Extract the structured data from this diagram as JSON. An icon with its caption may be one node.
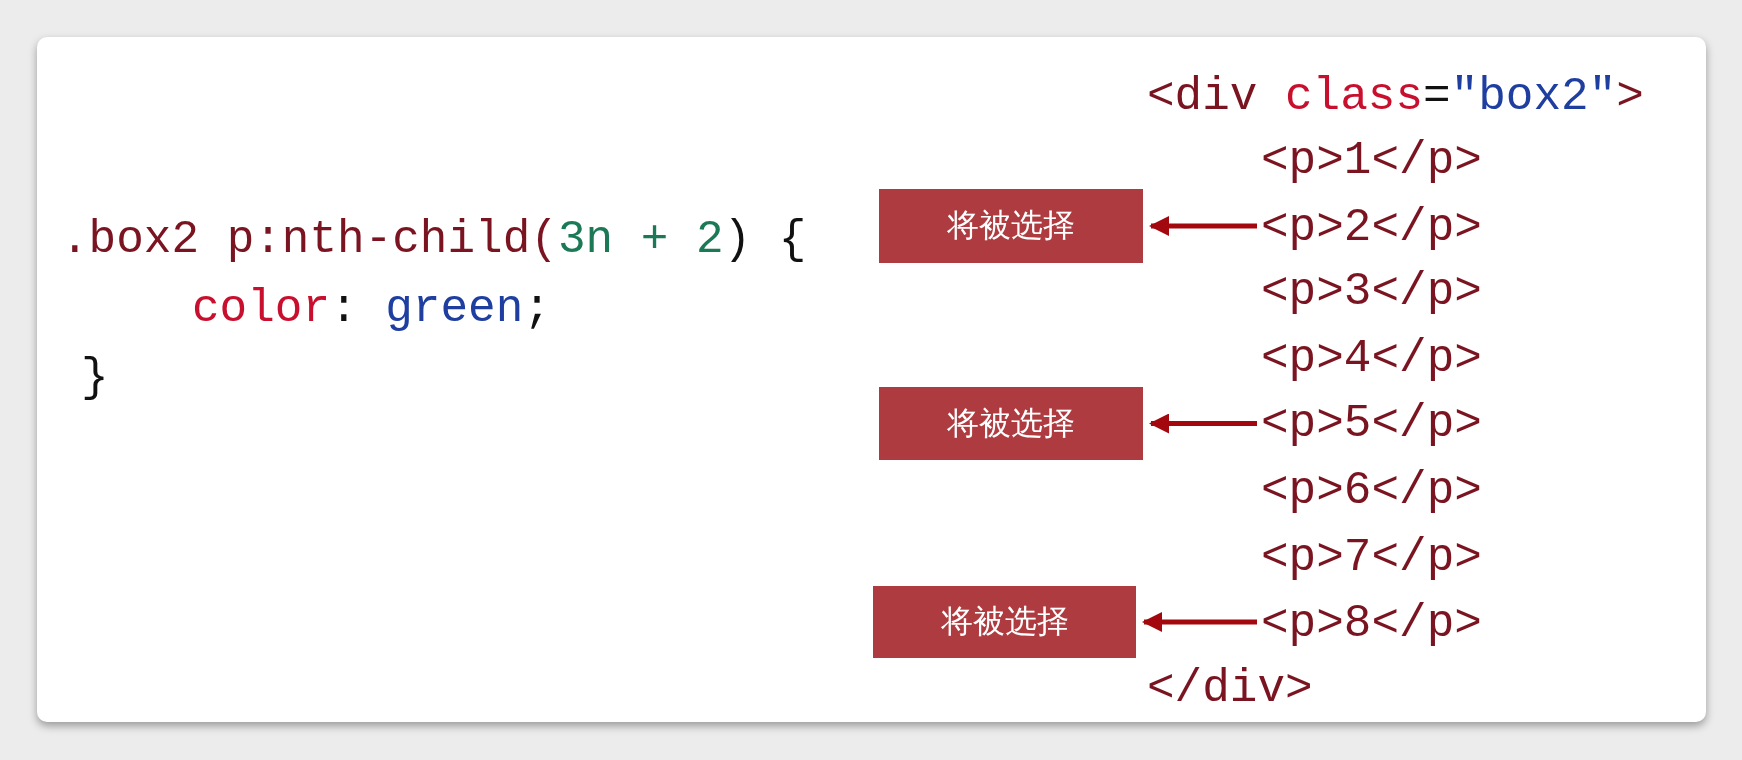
{
  "diagram": {
    "nodes": [
      {
        "text": [
          "将被选择"
        ]
      },
      {
        "text": [
          "将被选择"
        ]
      },
      {
        "text": [
          "将被选择"
        ]
      },
      {
        "text": [
          "<p>2</p>"
        ]
      },
      {
        "text": [
          "<p>5</p>"
        ]
      },
      {
        "text": [
          "<p>8</p>"
        ]
      }
    ],
    "edges": [
      {
        "from": 3,
        "to": 0,
        "arrow": "to"
      },
      {
        "from": 4,
        "to": 1,
        "arrow": "to"
      },
      {
        "from": 5,
        "to": 2,
        "arrow": "to"
      }
    ],
    "labels": [
      "<div",
      "class",
      "=",
      "\"box2\"",
      ">",
      "<p>1</p>",
      ".box2 p:nth-child(",
      "3n + 2",
      ") {",
      "color",
      ":",
      "green",
      ";",
      "<p>3</p>",
      "<p>4</p>",
      "}",
      "<p>6</p>",
      "<p>7</p>",
      "</div>"
    ]
  }
}
